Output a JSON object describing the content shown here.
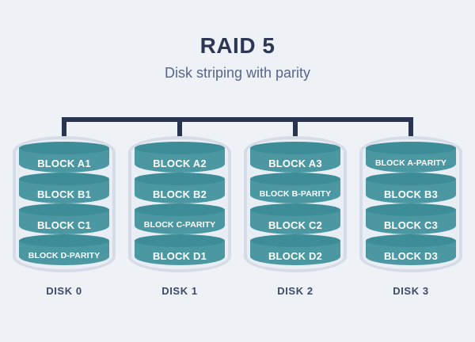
{
  "title": "RAID 5",
  "subtitle": "Disk striping with parity",
  "colors": {
    "background": "#eef1f6",
    "title_text": "#2b3753",
    "subtitle_text": "#57668a",
    "connector": "#283450",
    "shell_outer": "#d6dbe8",
    "shell_inner": "#e9edf4",
    "block_body": "#4c98a2",
    "block_top": "#3d8d98",
    "block_text": "#ffffff",
    "label_text": "#3c4b6b"
  },
  "disks": [
    {
      "label": "DISK 0",
      "blocks": [
        "BLOCK A1",
        "BLOCK B1",
        "BLOCK C1",
        "BLOCK D-PARITY"
      ]
    },
    {
      "label": "DISK 1",
      "blocks": [
        "BLOCK A2",
        "BLOCK B2",
        "BLOCK C-PARITY",
        "BLOCK D1"
      ]
    },
    {
      "label": "DISK 2",
      "blocks": [
        "BLOCK A3",
        "BLOCK B-PARITY",
        "BLOCK C2",
        "BLOCK D2"
      ]
    },
    {
      "label": "DISK 3",
      "blocks": [
        "BLOCK A-PARITY",
        "BLOCK B3",
        "BLOCK C3",
        "BLOCK D3"
      ]
    }
  ]
}
